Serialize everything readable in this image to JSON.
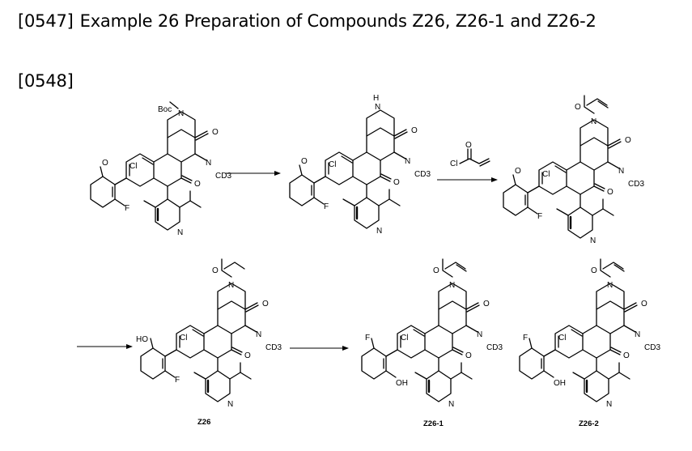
{
  "paragraphs": [
    {
      "number": "[0547]",
      "text": "Example 26 Preparation of Compounds Z26, Z26-1 and Z26-2"
    },
    {
      "number": "[0548]",
      "text": ""
    }
  ],
  "atoms": {
    "boc": "Boc",
    "h": "H",
    "n": "N",
    "o": "O",
    "cl": "Cl",
    "f": "F",
    "cd3": "CD3",
    "ho": "HO",
    "oh": "OH"
  },
  "compounds": [
    "Z26",
    "Z26-1",
    "Z26-2"
  ]
}
